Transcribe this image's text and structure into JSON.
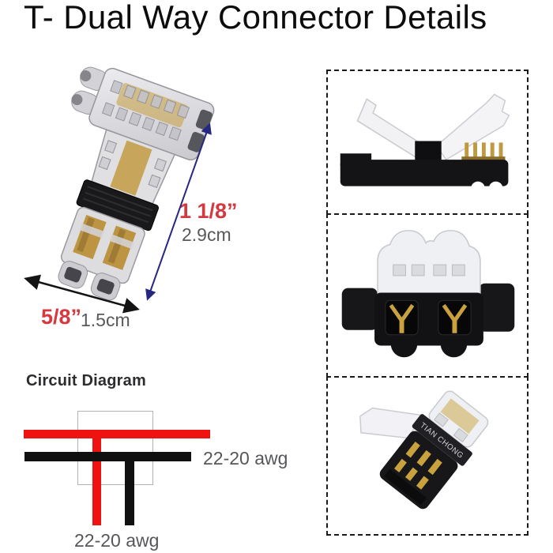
{
  "title": "T- Dual Way Connector Details",
  "dimensions": {
    "height_imperial": "1 1/8”",
    "height_metric": "2.9cm",
    "width_imperial": "5/8”",
    "width_metric": "1.5cm"
  },
  "circuit": {
    "heading": "Circuit Diagram",
    "right_wire_label": "22-20 awg",
    "bottom_wire_label": "22-20 awg"
  },
  "detail_views": [
    {
      "name": "side-view-open-lids"
    },
    {
      "name": "front-view-contacts"
    },
    {
      "name": "angled-view-open",
      "brand_text": "TIAN CHONG"
    }
  ],
  "colors": {
    "dimension_label_red": "#d5383f",
    "metric_label_gray": "#58595b",
    "circuit_red": "#ee1310",
    "circuit_black": "#101010",
    "height_arrow_navy": "#27277f",
    "width_arrow_black": "#141414",
    "dashed_border": "#1a1a1a",
    "diagram_square_gray": "#b3b3b3",
    "gold_contact": "#c29b43"
  }
}
